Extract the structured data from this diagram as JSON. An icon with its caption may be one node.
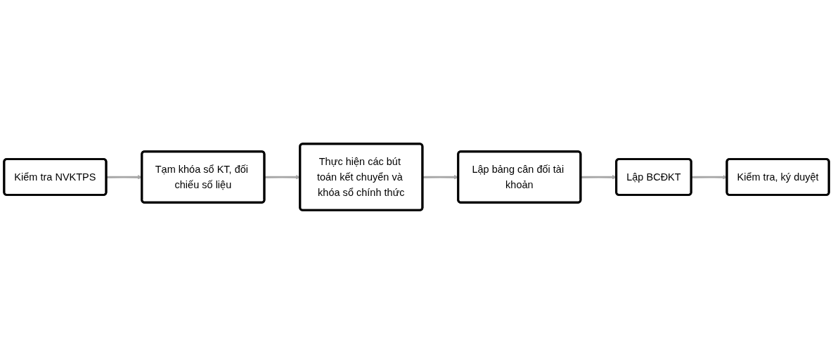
{
  "diagram": {
    "nodes": [
      {
        "text": [
          "Kiểm tra NVKTPS"
        ]
      },
      {
        "text": [
          "Tạm khóa sổ KT, đối chiếu số liệu"
        ]
      },
      {
        "text": [
          "Thực hiện các bút toán kết chuyển và khóa sổ chính thức"
        ]
      },
      {
        "text": [
          "Lập bảng cân đối tài khoản"
        ]
      },
      {
        "text": [
          "Lập BCĐKT"
        ]
      },
      {
        "text": [
          "Kiểm tra, ký duyệt"
        ]
      }
    ],
    "edges": [
      {
        "from": 0,
        "to": 1,
        "arrow": "to"
      },
      {
        "from": 1,
        "to": 2,
        "arrow": "to"
      },
      {
        "from": 2,
        "to": 3,
        "arrow": "to"
      },
      {
        "from": 3,
        "to": 4,
        "arrow": "to"
      },
      {
        "from": 4,
        "to": 5,
        "arrow": "to"
      }
    ]
  }
}
